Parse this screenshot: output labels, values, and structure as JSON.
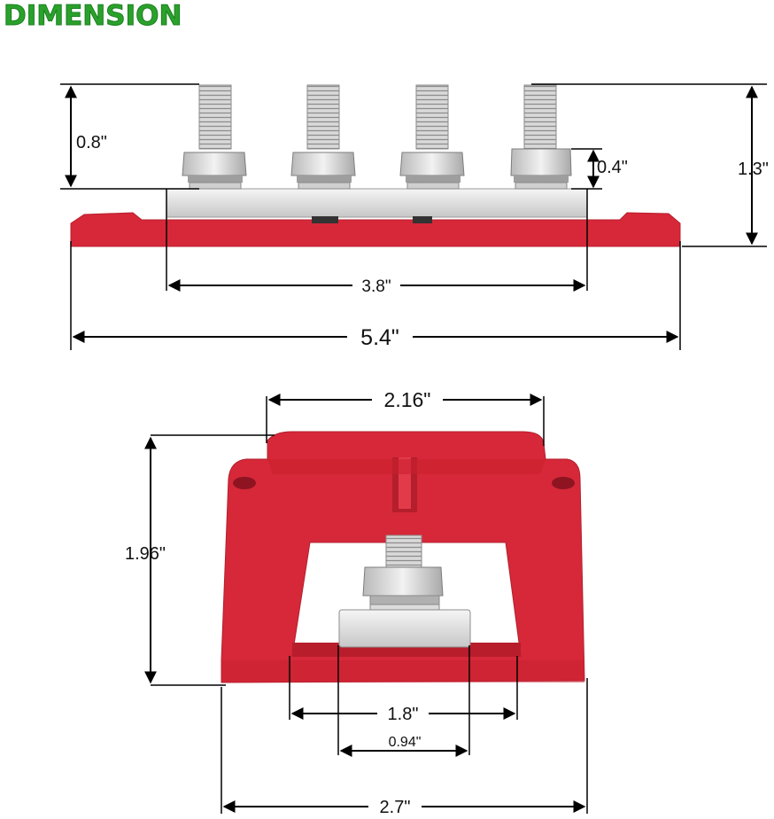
{
  "title": "DIMENSION",
  "colors": {
    "title_green": "#2aa12b",
    "base_red": "#d62839",
    "metal": "#d7d7d7",
    "line": "#000000"
  },
  "side_view": {
    "stud_count": 4,
    "dimensions": {
      "stud_height": "0.8\"",
      "nut_height": "0.4\"",
      "total_height": "1.3\"",
      "bar_length": "3.8\"",
      "base_length": "5.4\""
    }
  },
  "end_view": {
    "dimensions": {
      "top_width": "2.16\"",
      "height": "1.96\"",
      "opening_width": "1.8\"",
      "bar_width": "0.94\"",
      "base_width": "2.7\""
    }
  }
}
